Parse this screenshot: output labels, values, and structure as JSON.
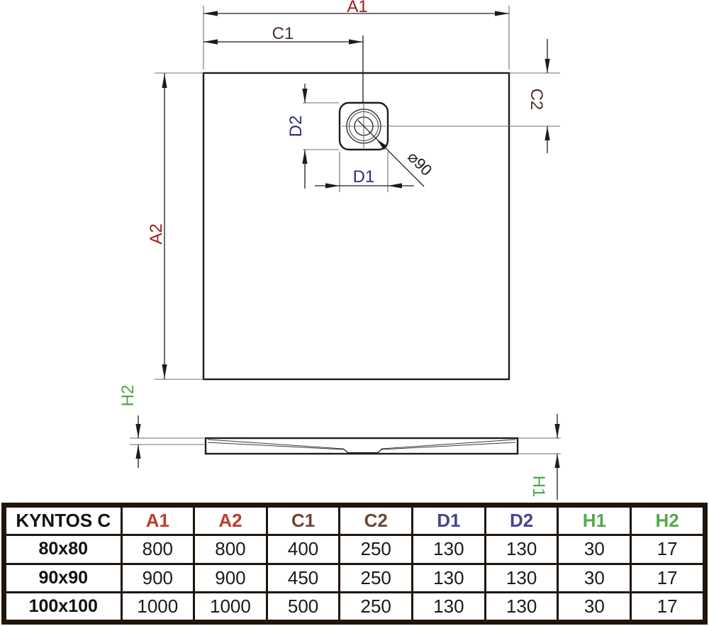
{
  "drawing": {
    "labels": {
      "a1": "A1",
      "c1": "C1",
      "c2": "C2",
      "a2": "A2",
      "d1": "D1",
      "d2": "D2",
      "h1": "H1",
      "h2": "H2",
      "drain_diameter": "⌀90"
    },
    "colors": {
      "label_red": "#9e1b1b",
      "label_brown": "#4a332a",
      "label_navy": "#2d2d7a",
      "label_green": "#4ea64b",
      "line_black": "#1c1c1c",
      "line_gray": "#6f6f6f"
    }
  },
  "table": {
    "header": [
      "KYNTOS C",
      "A1",
      "A2",
      "C1",
      "C2",
      "D1",
      "D2",
      "H1",
      "H2"
    ],
    "rows": [
      {
        "size": "80x80",
        "values": [
          "800",
          "800",
          "400",
          "250",
          "130",
          "130",
          "30",
          "17"
        ]
      },
      {
        "size": "90x90",
        "values": [
          "900",
          "900",
          "450",
          "250",
          "130",
          "130",
          "30",
          "17"
        ]
      },
      {
        "size": "100x100",
        "values": [
          "1000",
          "1000",
          "500",
          "250",
          "130",
          "130",
          "30",
          "17"
        ]
      }
    ],
    "colors": {
      "border": "#20150b",
      "header_red": "#c03a30",
      "header_brown": "#6e4537",
      "header_navy": "#44448c",
      "header_green": "#55a84f",
      "value_black": "#1a1a1a"
    }
  }
}
